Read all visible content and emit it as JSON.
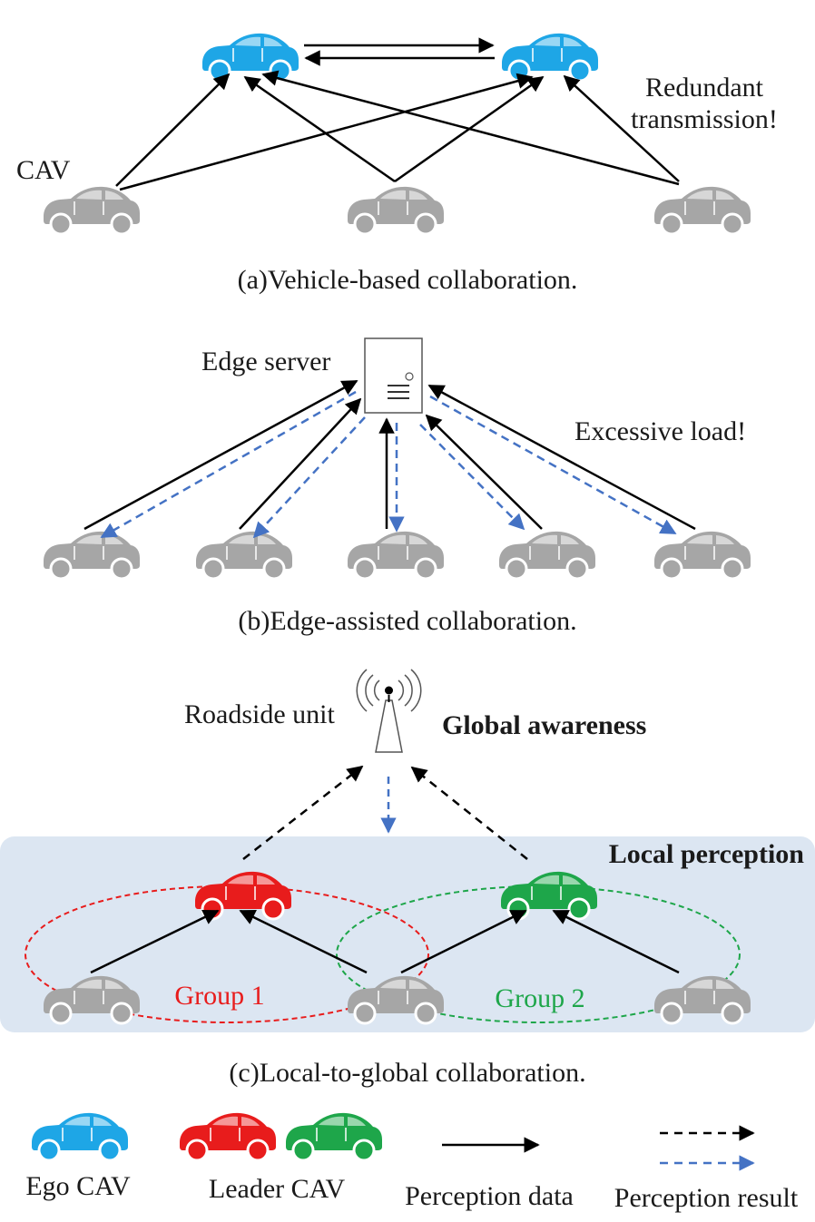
{
  "panel_a": {
    "caption": "(a)Vehicle-based collaboration.",
    "cav_label": "CAV",
    "note_line1": "Redundant",
    "note_line2": "transmission!"
  },
  "panel_b": {
    "caption": "(b)Edge-assisted collaboration.",
    "server_label": "Edge server",
    "note": "Excessive load!"
  },
  "panel_c": {
    "caption": "(c)Local-to-global collaboration.",
    "rsu_label": "Roadside unit",
    "global_label": "Global awareness",
    "local_label": "Local perception",
    "group1": "Group 1",
    "group2": "Group 2"
  },
  "legend": {
    "ego": "Ego CAV",
    "leader": "Leader CAV",
    "data": "Perception data",
    "result": "Perception result"
  },
  "colors": {
    "ego": "#1ea6e6",
    "other": "#a6a6a6",
    "leader1": "#e81c1c",
    "leader2": "#1ea64a",
    "result_dash": "#4472c4",
    "group1": "#e81c1c",
    "group2": "#1ea64a",
    "region": "#dce6f2"
  }
}
